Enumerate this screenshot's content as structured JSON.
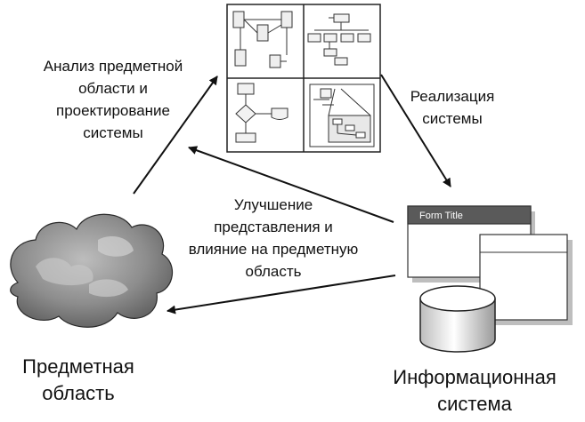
{
  "labels": {
    "analysis_line1": "Анализ предметной",
    "analysis_line2": "области и",
    "analysis_line3": "проектирование",
    "analysis_line4": "системы",
    "realization_line1": "Реализация",
    "realization_line2": "системы",
    "improve_line1": "Улучшение",
    "improve_line2": "представления и",
    "improve_line3": "влияние на предметную",
    "improve_line4": "область",
    "domain_line1": "Предметная",
    "domain_line2": "область",
    "infosys_line1": "Информационная",
    "infosys_line2": "система"
  },
  "form": {
    "title": "Form Title"
  },
  "icons": {
    "cloud": "cloud-icon",
    "models": "design-models-icon",
    "window": "form-window-icon",
    "database": "database-icon"
  },
  "colors": {
    "stroke": "#111111",
    "cloud_fill": "#8a8a8a",
    "window_title": "#5a5a5a"
  }
}
